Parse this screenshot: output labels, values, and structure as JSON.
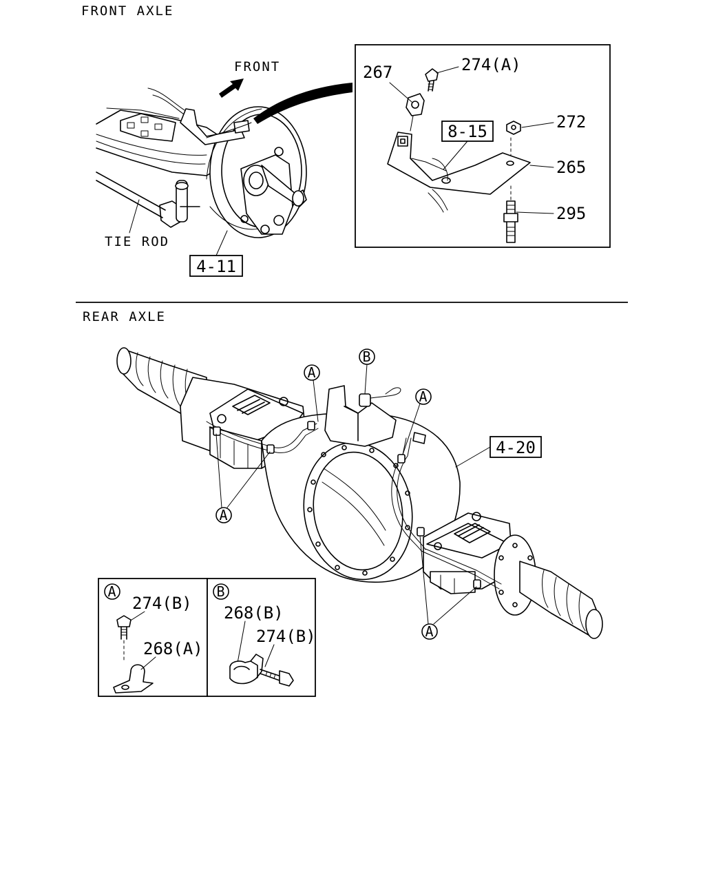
{
  "front_section": {
    "title": "FRONT AXLE",
    "direction_label": "FRONT",
    "tie_rod_label": "TIE ROD",
    "ref_4_11": "4-11",
    "inset": {
      "ref_8_15": "8-15",
      "part_267": "267",
      "part_274a": "274(A)",
      "part_272": "272",
      "part_265": "265",
      "part_295": "295"
    }
  },
  "rear_section": {
    "title": "REAR AXLE",
    "ref_4_20": "4-20",
    "callout_a": "A",
    "callout_b": "B",
    "detail_a": {
      "callout": "A",
      "part_274b": "274(B)",
      "part_268a": "268(A)"
    },
    "detail_b": {
      "callout": "B",
      "part_268b": "268(B)",
      "part_274b": "274(B)"
    }
  }
}
